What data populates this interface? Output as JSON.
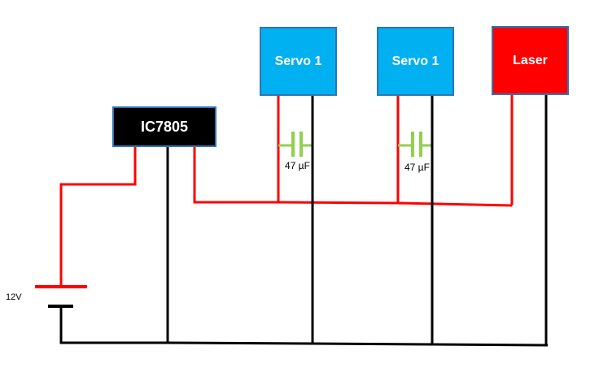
{
  "components": {
    "regulator_label": "IC7805",
    "servo1_label": "Servo 1",
    "servo2_label": "Servo 1",
    "laser_label": "Laser",
    "cap1_label": "47 µF",
    "cap2_label": "47 µF",
    "battery_label": "12V"
  },
  "colors": {
    "positive_wire": "#ff0000",
    "ground_wire": "#000000",
    "capacitor": "#92d050",
    "servo_fill": "#00b0f0",
    "laser_fill": "#ff0000",
    "regulator_fill": "#000000",
    "block_border": "#2e75b6"
  }
}
